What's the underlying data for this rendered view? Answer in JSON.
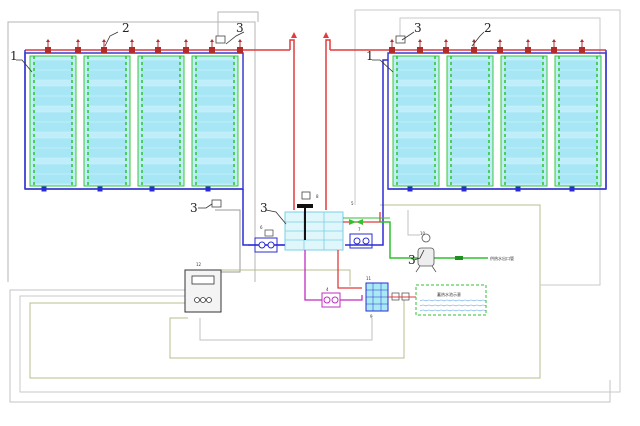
{
  "diagram": {
    "labels": {
      "callout_1_left": "1",
      "callout_2_left": "2",
      "callout_3_top_left": "3",
      "callout_1_right": "1",
      "callout_2_right": "2",
      "callout_3_top_right": "3",
      "callout_3_left_lower": "3",
      "callout_3_tank": "3",
      "callout_3_right_lower": "3",
      "part_4": "4",
      "part_5": "5",
      "part_6": "6",
      "part_7": "7",
      "part_8": "8",
      "part_9": "9",
      "part_10": "10",
      "part_11": "11",
      "part_12": "12",
      "outlet_text": "供热水出口管",
      "pool_text": "蓄热水池示意"
    },
    "colors": {
      "supply_red": "#e23b3b",
      "return_blue": "#2b2bd6",
      "panel_cyan": "#8fe0f0",
      "panel_green": "#38c838",
      "control_gray": "#9a9a9a",
      "control_olive": "#b8bd8a",
      "water_green": "#2fc22f",
      "pump_magenta": "#c02cc0",
      "tank_cyan": "#a8eaf4"
    }
  }
}
